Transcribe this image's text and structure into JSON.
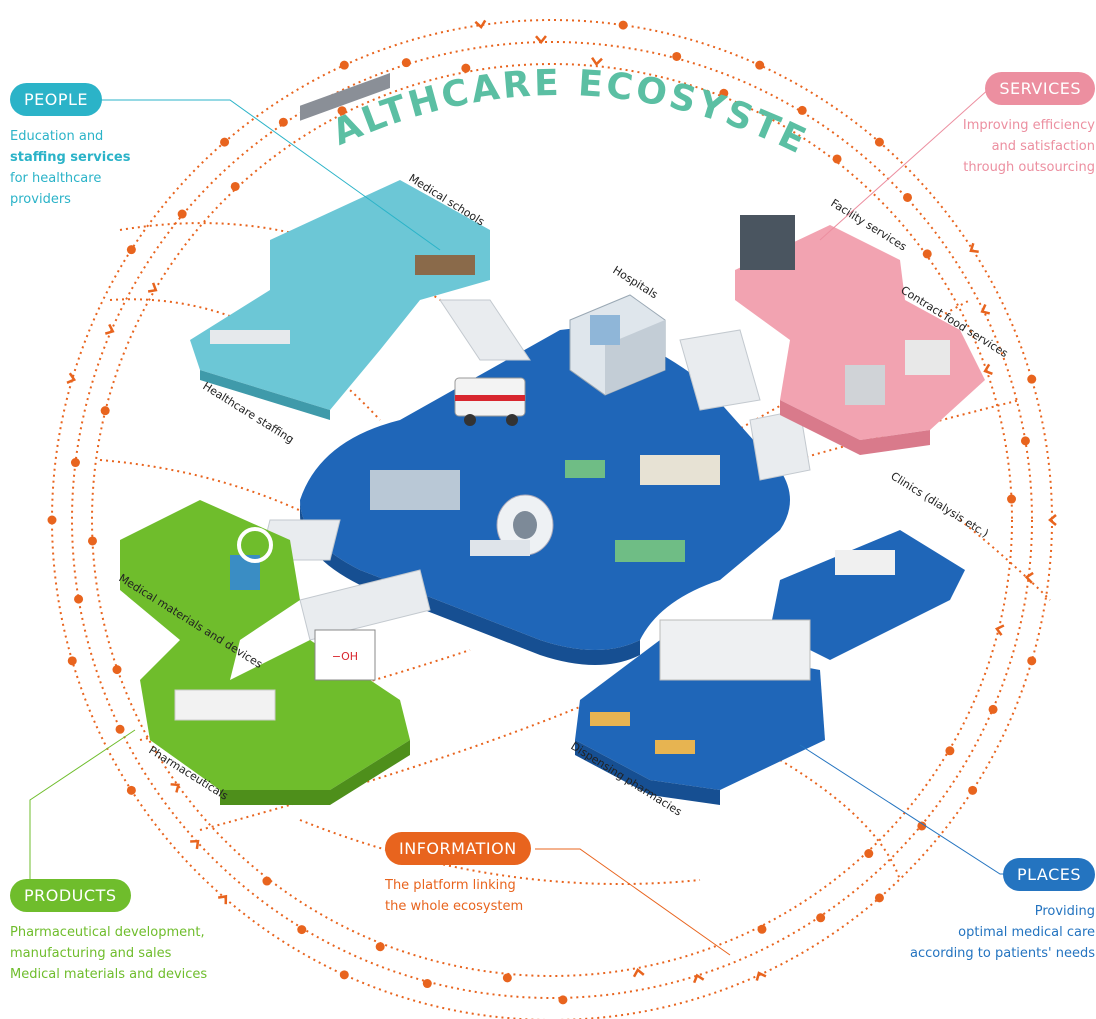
{
  "title": "HEALTHCARE ECOSYSTEM",
  "colors": {
    "people": "#2bb3c8",
    "services": "#ec8fa0",
    "information": "#e8641e",
    "products": "#6fbd2c",
    "places": "#2474c0",
    "dots": "#e8641e",
    "title": "#5bbfa3"
  },
  "callouts": {
    "people": {
      "label": "PEOPLE",
      "lines": [
        "Education and",
        "staffing services",
        "for healthcare",
        "providers"
      ]
    },
    "services": {
      "label": "SERVICES",
      "lines": [
        "Improving efficiency",
        "and satisfaction",
        "through outsourcing"
      ]
    },
    "information": {
      "label": "INFORMATION",
      "lines": [
        "The platform linking",
        "the whole ecosystem"
      ]
    },
    "products": {
      "label": "PRODUCTS",
      "lines": [
        "Pharmaceutical development,",
        "manufacturing and sales",
        "Medical materials and devices"
      ]
    },
    "places": {
      "label": "PLACES",
      "lines": [
        "Providing",
        "optimal medical care",
        "according to patients' needs"
      ]
    }
  },
  "zones": {
    "medical_schools": "Medical schools",
    "healthcare_staffing": "Healthcare staffing",
    "hospitals": "Hospitals",
    "facility_services": "Facility services",
    "contract_food": "Contract food services",
    "clinics": "Clinics (dialysis etc.)",
    "dispensing": "Dispensing pharmacies",
    "pharmaceuticals": "Pharmaceuticals",
    "medical_materials": "Medical materials and devices",
    "board_text": "−OH"
  }
}
